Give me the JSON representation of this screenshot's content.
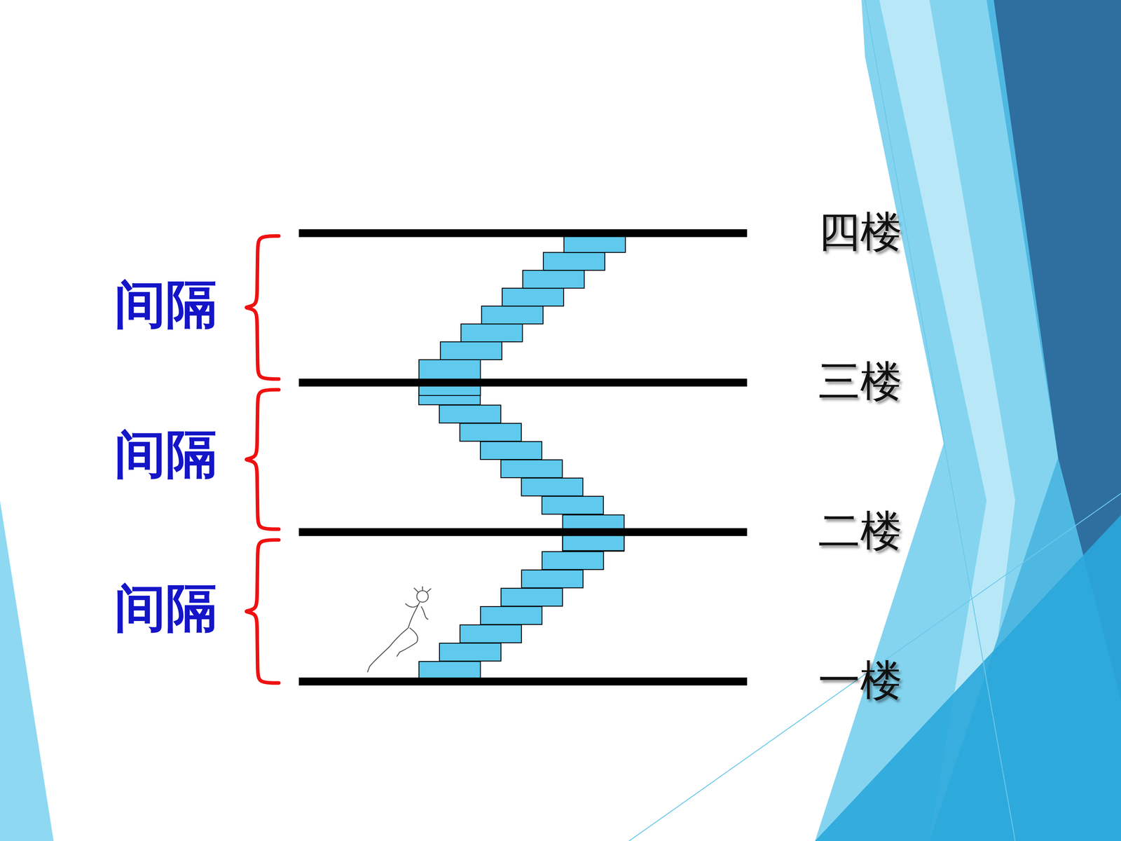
{
  "diagram": {
    "labels": [
      "间隔",
      "间隔",
      "间隔",
      "四楼",
      "三楼",
      "二楼",
      "一楼"
    ]
  }
}
